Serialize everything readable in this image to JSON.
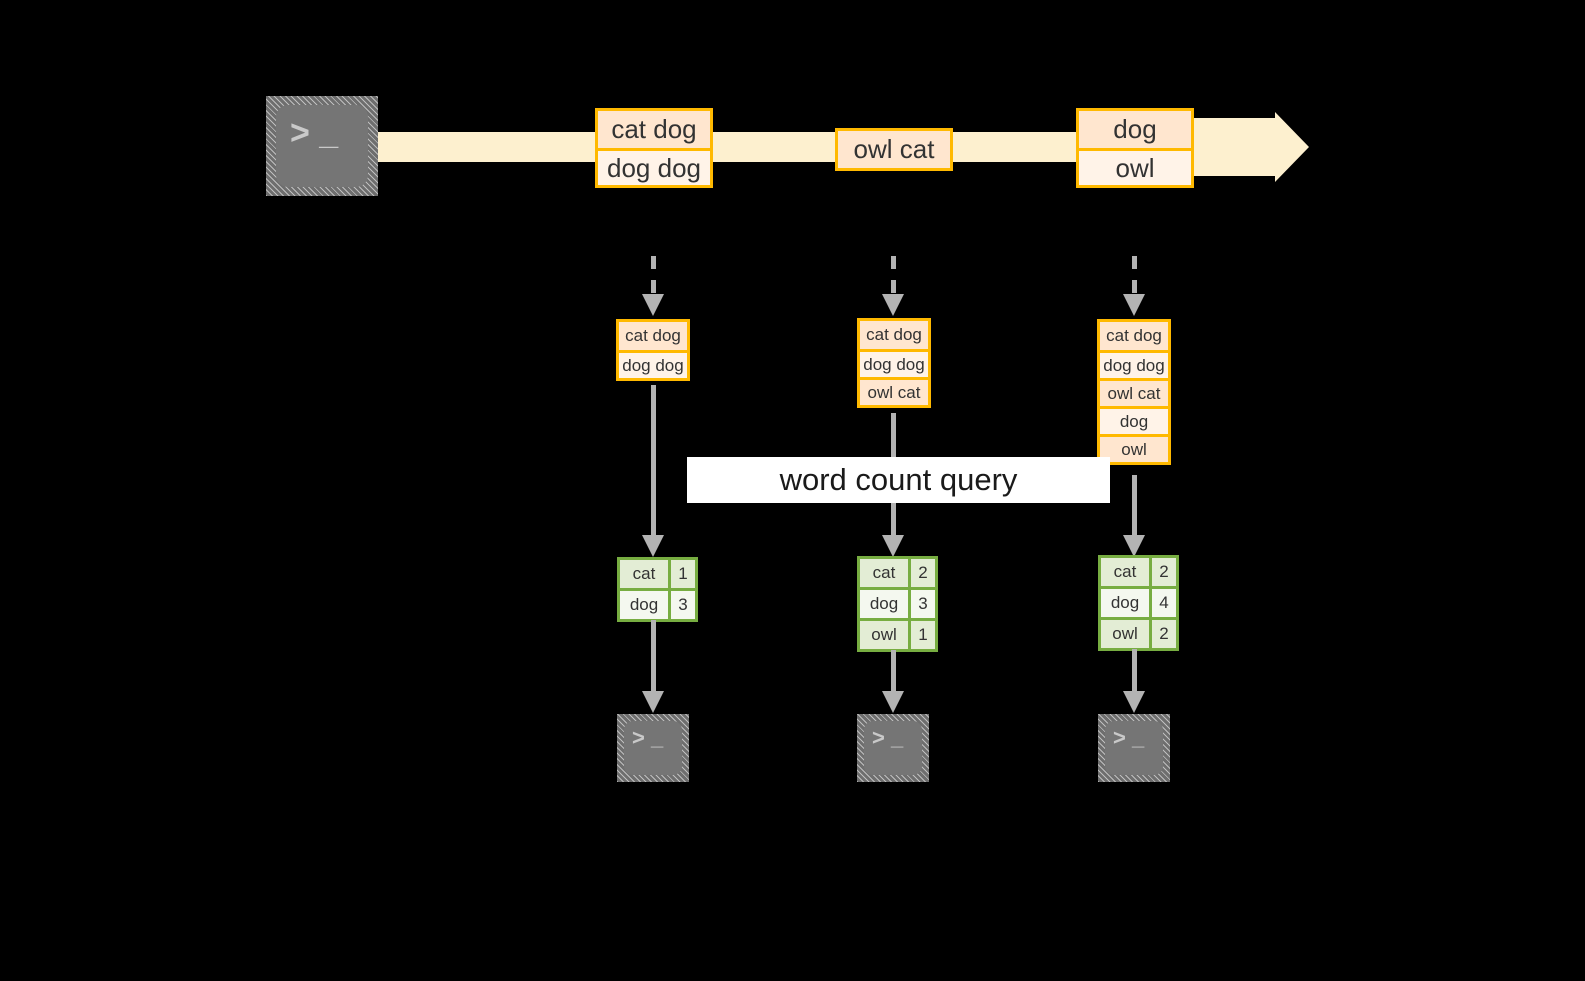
{
  "diagram": {
    "title_banner": {
      "label": "word count query"
    },
    "source_terminal": {
      "icon": "terminal-icon",
      "prompt": "> _"
    },
    "stream": {
      "direction": "left-to-right",
      "band_color": "#fdf0cf",
      "event_boxes": [
        {
          "name": "stream-event-1",
          "lines": [
            "cat dog",
            "dog dog"
          ]
        },
        {
          "name": "stream-event-2",
          "lines": [
            "owl cat"
          ]
        },
        {
          "name": "stream-event-3",
          "lines": [
            "dog",
            "owl"
          ]
        }
      ]
    },
    "snapshots": [
      {
        "name": "snapshot-1",
        "lines": [
          "cat dog",
          "dog dog"
        ]
      },
      {
        "name": "snapshot-2",
        "lines": [
          "cat dog",
          "dog dog",
          "owl cat"
        ]
      },
      {
        "name": "snapshot-3",
        "lines": [
          "cat dog",
          "dog dog",
          "owl cat",
          "dog",
          "owl"
        ]
      }
    ],
    "results": [
      {
        "name": "result-table-1",
        "rows": [
          {
            "word": "cat",
            "count": "1"
          },
          {
            "word": "dog",
            "count": "3"
          }
        ]
      },
      {
        "name": "result-table-2",
        "rows": [
          {
            "word": "cat",
            "count": "2"
          },
          {
            "word": "dog",
            "count": "3"
          },
          {
            "word": "owl",
            "count": "1"
          }
        ]
      },
      {
        "name": "result-table-3",
        "rows": [
          {
            "word": "cat",
            "count": "2"
          },
          {
            "word": "dog",
            "count": "4"
          },
          {
            "word": "owl",
            "count": "2"
          }
        ]
      }
    ],
    "sink_terminals": [
      {
        "name": "sink-terminal-1",
        "prompt": "> _"
      },
      {
        "name": "sink-terminal-2",
        "prompt": "> _"
      },
      {
        "name": "sink-terminal-3",
        "prompt": "> _"
      }
    ],
    "colors": {
      "background": "#000000",
      "stream_band": "#fdf0cf",
      "event_border": "#ffb900",
      "event_fill_dark": "#ffe6cf",
      "event_fill_light": "#fff3e8",
      "table_border": "#77ad41",
      "table_fill_dark": "#e3edd5",
      "table_fill_light": "#f4f8ef",
      "connector": "#b3b3b3",
      "terminal_fill": "#757575",
      "banner_fill": "#ffffff"
    }
  }
}
